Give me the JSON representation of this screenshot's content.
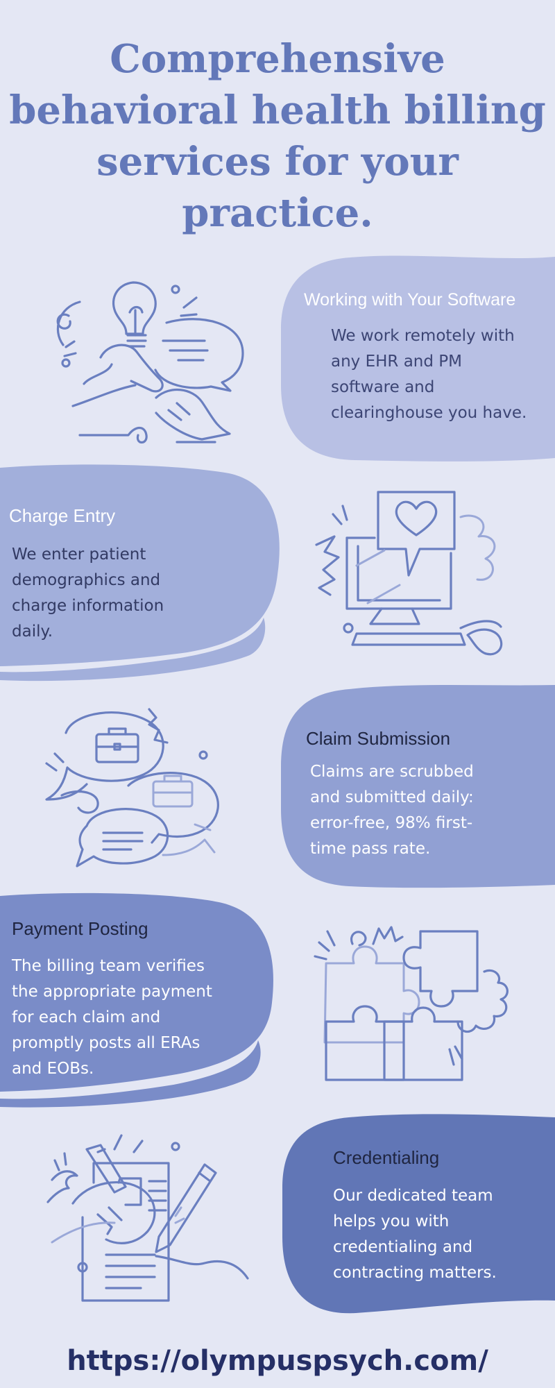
{
  "header": {
    "title": "Comprehensive behavioral health billing services for your practice."
  },
  "sections": [
    {
      "title": "Working with Your Software",
      "body": "We work remotely with any EHR and PM software and clearinghouse you have.",
      "color": "#b8c0e4",
      "title_color": "#ffffff",
      "body_color": "#3c4574",
      "icon": "lightbulb-hands-chat-icon"
    },
    {
      "title": "Charge Entry",
      "body": "We enter patient demographics and charge information daily.",
      "color": "#a2afdb",
      "title_color": "#ffffff",
      "body_color": "#323a63",
      "icon": "computer-heart-message-icon"
    },
    {
      "title": "Claim Submission",
      "body": "Claims are scrubbed and submitted daily: error-free, 98% first-time pass rate.",
      "color": "#91a0d3",
      "title_color": "#1f2540",
      "body_color": "#ffffff",
      "icon": "briefcase-speech-bubbles-icon"
    },
    {
      "title": "Payment Posting",
      "body": "The billing team verifies the appropriate payment for each claim and promptly posts all ERAs and EOBs.",
      "color": "#7a8cc8",
      "title_color": "#1f2540",
      "body_color": "#ffffff",
      "icon": "puzzle-pieces-icon"
    },
    {
      "title": "Credentialing",
      "body": "Our dedicated team helps you with credentialing and contracting matters.",
      "color": "#6176b6",
      "title_color": "#1f2540",
      "body_color": "#ffffff",
      "icon": "hand-writing-document-icon"
    }
  ],
  "footer": {
    "url": "https://olympuspsych.com/"
  }
}
